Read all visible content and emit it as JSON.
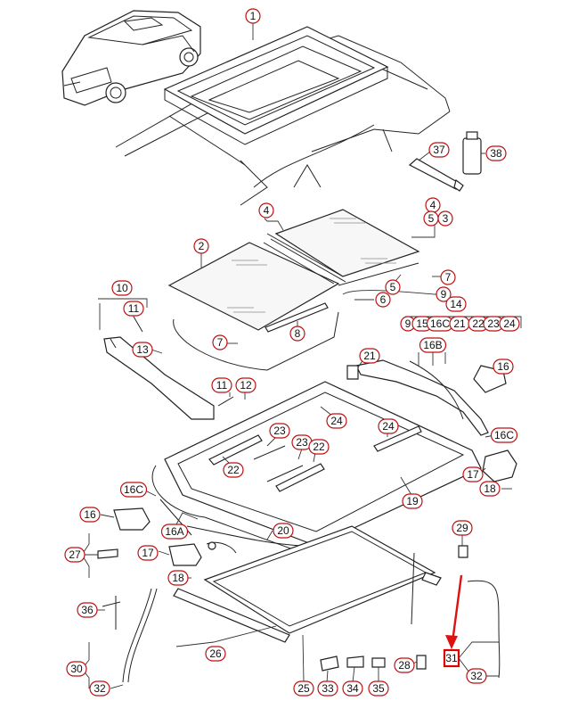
{
  "diagram": {
    "accent": "#dd1111",
    "arrow_color": "#dd1111",
    "labels": {
      "p1": "1",
      "p2": "2",
      "p4a": "4",
      "p4b": "4",
      "p5a": "5",
      "p3a": "3",
      "p5b": "5",
      "p6": "6",
      "p7a": "7",
      "p7b": "7",
      "p8": "8",
      "p9a": "9",
      "p10": "10",
      "p11a": "11",
      "p11b": "11",
      "p12": "12",
      "p13": "13",
      "p14": "14",
      "p9b": "9",
      "p15": "15",
      "p16c_a": "16C",
      "p21a": "21",
      "p22a": "22",
      "p23a": "23",
      "p24a": "24",
      "p21b": "21",
      "p16b": "16B",
      "p16": "16",
      "p16c_b": "16C",
      "p24b": "24",
      "p24c": "24",
      "p23b": "23",
      "p23c": "23",
      "p22b": "22",
      "p22c": "22",
      "p17a": "17",
      "p18a": "18",
      "p19": "19",
      "p16c_c": "16C",
      "p16d": "16",
      "p16a": "16A",
      "p20": "20",
      "p18b": "18",
      "p17b": "17",
      "p27": "27",
      "p29": "29",
      "p37": "37",
      "p38": "38",
      "p36": "36",
      "p26": "26",
      "p30": "30",
      "p32a": "32",
      "p25": "25",
      "p33": "33",
      "p34": "34",
      "p35": "35",
      "p28": "28",
      "p31": "31",
      "p32b": "32"
    }
  }
}
